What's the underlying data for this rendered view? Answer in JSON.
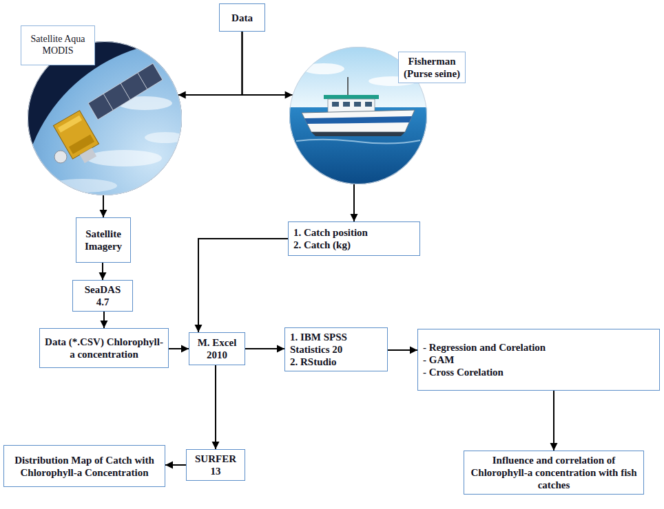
{
  "diagram": {
    "nodes": [
      {
        "text": [
          "Data"
        ]
      },
      {
        "text": [
          "Satellite Aqua MODIS"
        ]
      },
      {
        "text": [
          "Fisherman (Purse seine)"
        ]
      },
      {
        "text": [
          "Satellite Imagery"
        ]
      },
      {
        "text": [
          "1. Catch position",
          "2. Catch (kg)"
        ]
      },
      {
        "text": [
          "SeaDAS 4.7"
        ]
      },
      {
        "text": [
          "Data (*.CSV) Chlorophyll-a concentration"
        ]
      },
      {
        "text": [
          "M. Excel 2010"
        ]
      },
      {
        "text": [
          "1. IBM SPSS Statistics 20",
          "2. RStudio"
        ]
      },
      {
        "text": [
          "- Regression and Corelation",
          "- GAM",
          "- Cross Corelation"
        ]
      },
      {
        "text": [
          "Distribution Map of Catch with Chlorophyll-a Concentration"
        ]
      },
      {
        "text": [
          "SURFER 13"
        ]
      },
      {
        "text": [
          "Influence and correlation of Chlorophyll-a concentration with fish catches"
        ]
      }
    ],
    "edges": [
      {
        "from": 0,
        "to": 1,
        "arrow": "to"
      },
      {
        "from": 0,
        "to": 2,
        "arrow": "to"
      },
      {
        "from": 1,
        "to": 3,
        "arrow": "to"
      },
      {
        "from": 2,
        "to": 4,
        "arrow": "to"
      },
      {
        "from": 3,
        "to": 5,
        "arrow": "to"
      },
      {
        "from": 5,
        "to": 6,
        "arrow": "to"
      },
      {
        "from": 6,
        "to": 7,
        "arrow": "to"
      },
      {
        "from": 4,
        "to": 7,
        "arrow": "to"
      },
      {
        "from": 7,
        "to": 8,
        "arrow": "to"
      },
      {
        "from": 8,
        "to": 9,
        "arrow": "to"
      },
      {
        "from": 7,
        "to": 11,
        "arrow": "to"
      },
      {
        "from": 11,
        "to": 10,
        "arrow": "to"
      },
      {
        "from": 9,
        "to": 12,
        "arrow": "to"
      }
    ]
  }
}
